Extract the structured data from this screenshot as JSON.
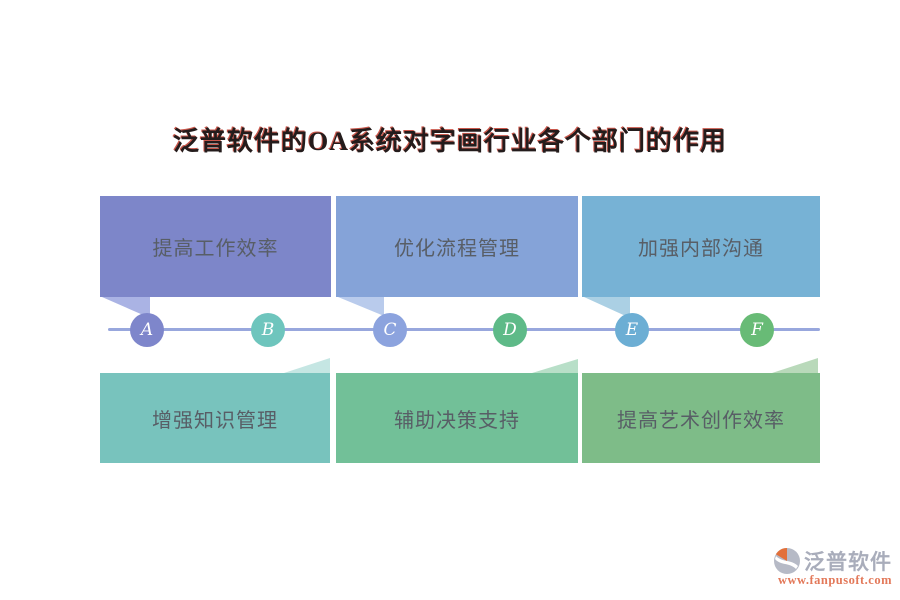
{
  "title": "泛普软件的OA系统对字画行业各个部门的作用",
  "colors": {
    "title_text": "#241c1c",
    "box_text": "#585e66",
    "timeline_line": "#98a7dd",
    "brand_text": "#a9adbb",
    "url_text": "#e3795a",
    "logo_orange": "#e2703a",
    "logo_gray": "#b6bac6"
  },
  "top_boxes": [
    {
      "label": "提高工作效率",
      "color": "#7d86c9",
      "tail_color": "#aab3e4"
    },
    {
      "label": "优化流程管理",
      "color": "#85a3d8",
      "tail_color": "#b9cbec"
    },
    {
      "label": "加强内部沟通",
      "color": "#77b2d5",
      "tail_color": "#abd0e4"
    }
  ],
  "bottom_boxes": [
    {
      "label": "增强知识管理",
      "color": "#78c3bd",
      "tail_color": "#c5e6e3"
    },
    {
      "label": "辅助决策支持",
      "color": "#72c098",
      "tail_color": "#b8dfc8"
    },
    {
      "label": "提高艺术创作效率",
      "color": "#7ebc88",
      "tail_color": "#b9d9ba"
    }
  ],
  "timeline": {
    "nodes": [
      {
        "label": "A",
        "color": "#7e86cb"
      },
      {
        "label": "B",
        "color": "#6ec5bd"
      },
      {
        "label": "C",
        "color": "#8ca3de"
      },
      {
        "label": "D",
        "color": "#5eba88"
      },
      {
        "label": "E",
        "color": "#6caed4"
      },
      {
        "label": "F",
        "color": "#68bb76"
      }
    ]
  },
  "footer": {
    "brand": "泛普软件",
    "url": "www.fanpusoft.com"
  }
}
